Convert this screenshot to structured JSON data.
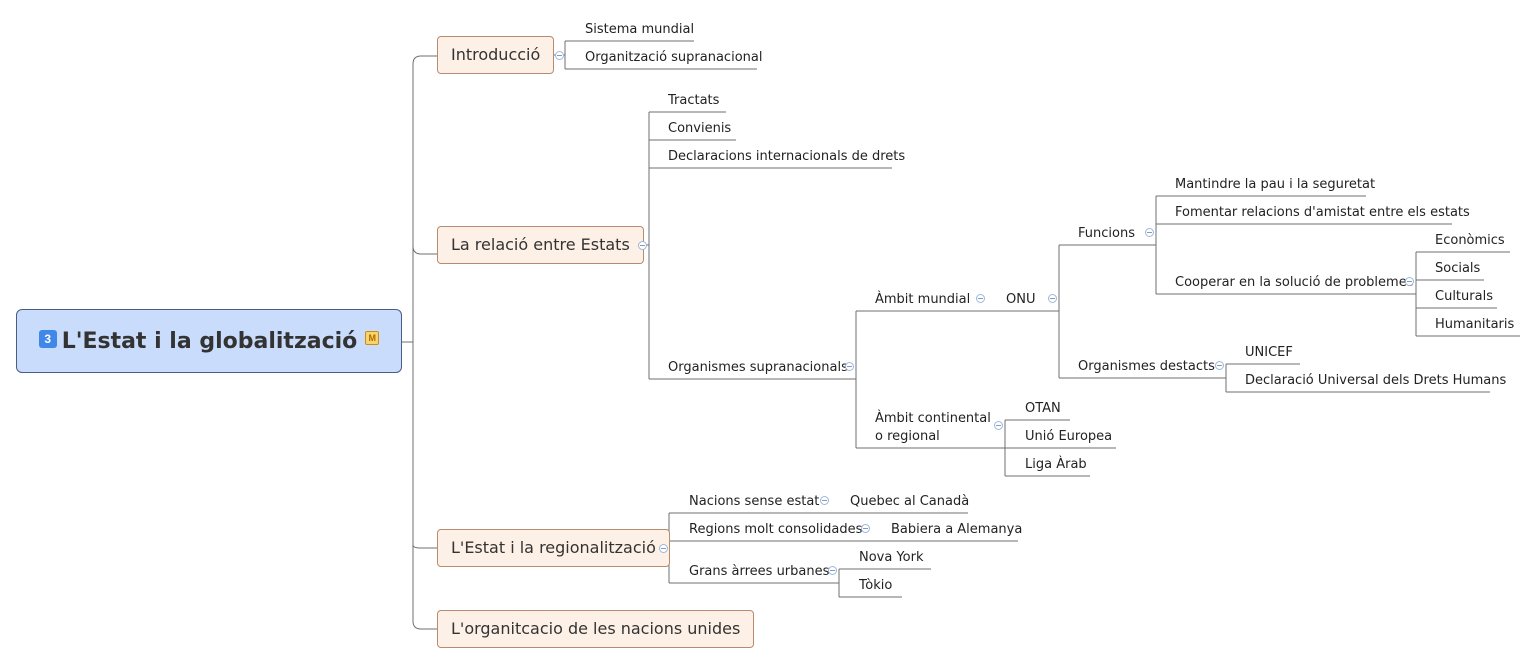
{
  "root": {
    "number": "3",
    "title": "L'Estat i la globalització",
    "marker": "M"
  },
  "topics": {
    "introduccio": {
      "label": "Introducció",
      "children": [
        "Sistema mundial",
        "Organització supranacional"
      ]
    },
    "relacio": {
      "label": "La relació entre Estats",
      "children": [
        "Tractats",
        "Convienis",
        "Declaracions internacionals de drets"
      ],
      "organismes": {
        "label": "Organismes supranacionals",
        "mundial": {
          "label": "Àmbit mundial",
          "onu": {
            "label": "ONU",
            "funcions": {
              "label": "Funcions",
              "children": [
                "Mantindre la pau i la seguretat",
                "Fomentar relacions d'amistat entre els estats"
              ],
              "cooperar": {
                "label": "Cooperar en la solució de problemes",
                "children": [
                  "Econòmics",
                  "Socials",
                  "Culturals",
                  "Humanitaris"
                ]
              }
            },
            "destacats": {
              "label": "Organismes destacts",
              "children": [
                "UNICEF",
                "Declaració Universal dels Drets Humans"
              ]
            }
          }
        },
        "continental": {
          "label_line1": "Àmbit continental",
          "label_line2": "o regional",
          "children": [
            "OTAN",
            "Unió Europea",
            "Liga Àrab"
          ]
        }
      }
    },
    "regionalitzacio": {
      "label": "L'Estat i la regionalització",
      "nacions": {
        "label": "Nacions sense estat",
        "child": "Quebec al Canadà"
      },
      "regions": {
        "label": "Regions molt consolidades",
        "child": "Babiera a Alemanya"
      },
      "urbanes": {
        "label": "Grans àrrees urbanes",
        "children": [
          "Nova York",
          "Tòkio"
        ]
      }
    },
    "nacions_unides": {
      "label": "L'organitcacio de les nacions unides"
    }
  }
}
